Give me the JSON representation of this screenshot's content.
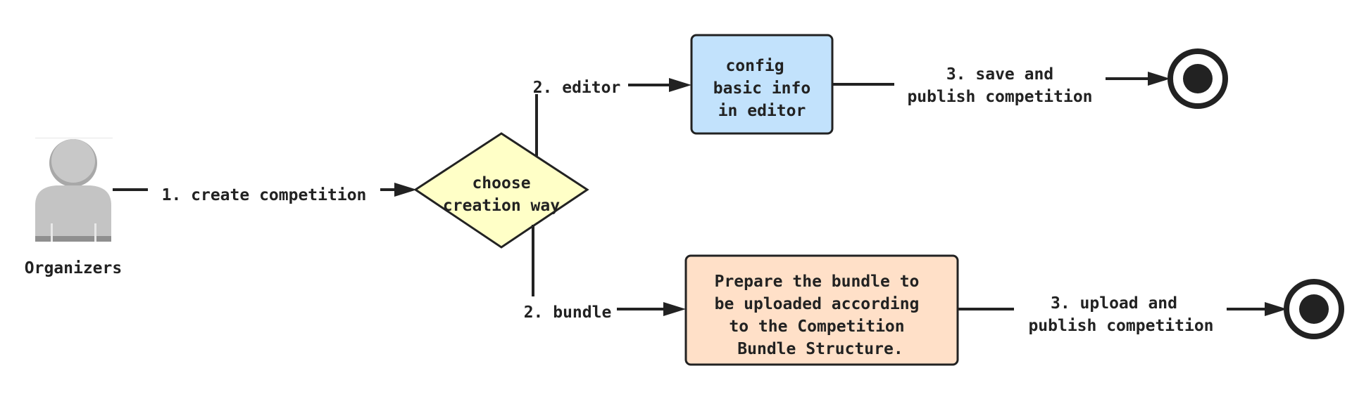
{
  "actor": {
    "label": "Organizers"
  },
  "decision": {
    "lines": [
      "choose",
      "creation way"
    ],
    "fill": "#ffffc7"
  },
  "nodes": {
    "editor_box": {
      "lines": [
        "config",
        "basic info",
        "in editor"
      ],
      "fill": "#c2e2fc"
    },
    "bundle_box": {
      "lines": [
        "Prepare the bundle to",
        "be uploaded according",
        "to the Competition",
        "Bundle Structure."
      ],
      "fill": "#ffe0c8"
    }
  },
  "edges": {
    "create": "1. create competition",
    "editor": "2. editor",
    "bundle": "2. bundle",
    "save_publish": [
      "3. save and",
      "publish competition"
    ],
    "upload_publish": [
      "3. upload and",
      "publish competition"
    ]
  }
}
